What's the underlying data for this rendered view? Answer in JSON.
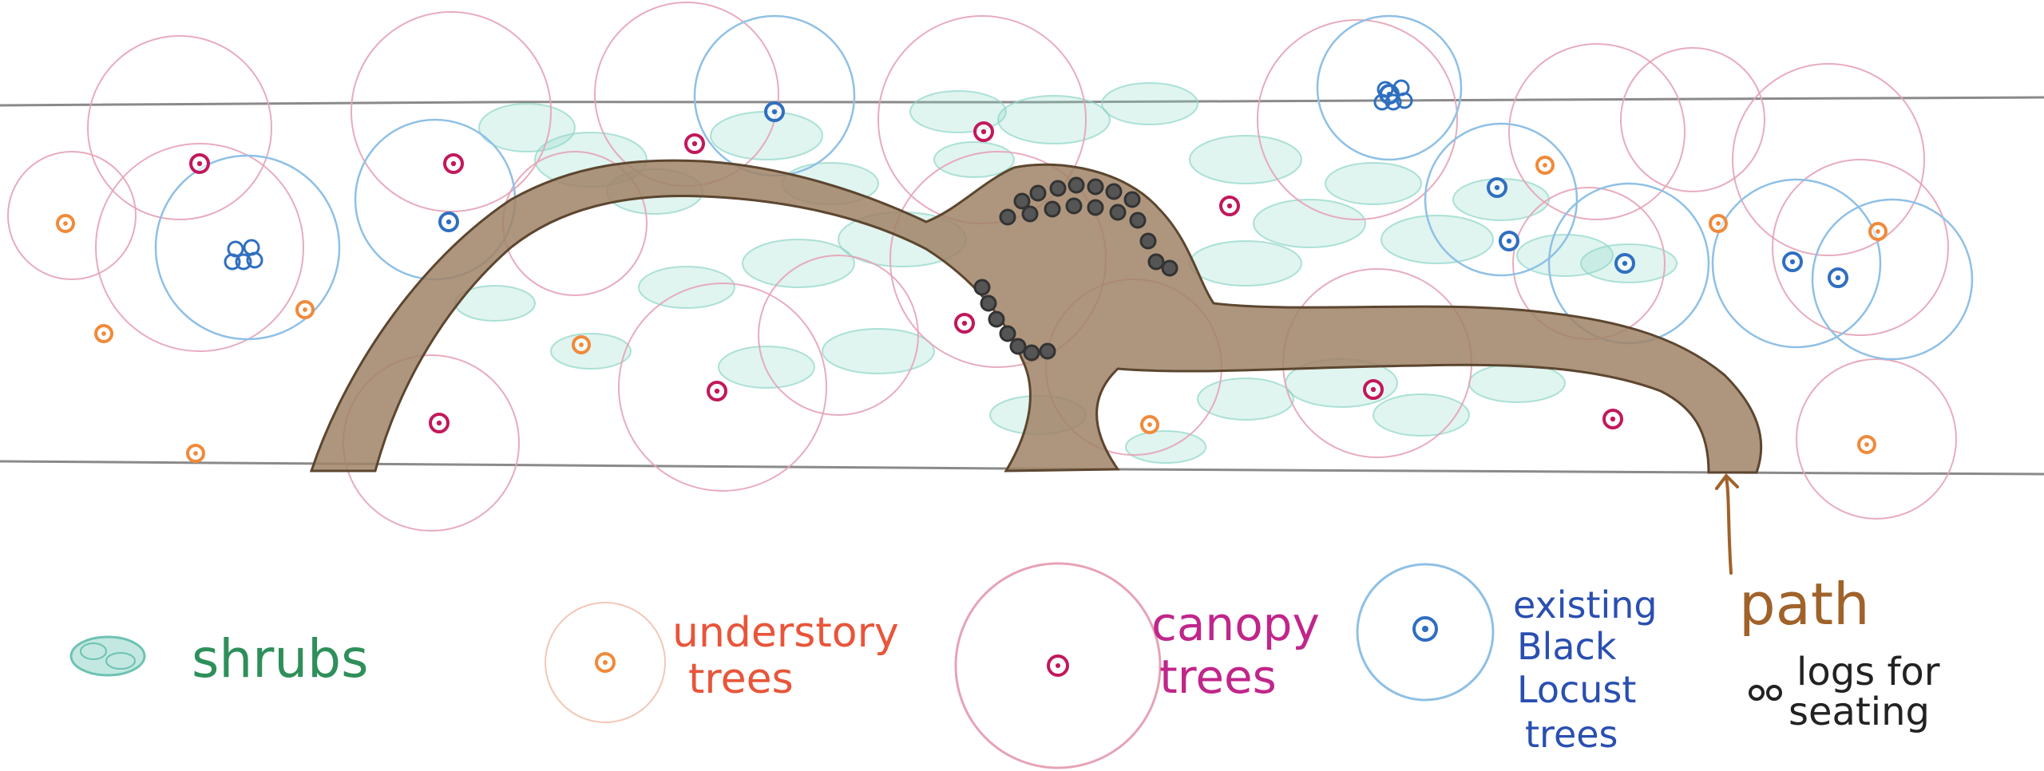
{
  "colors": {
    "paper": "#ffffff",
    "boundary": "#8a8a8a",
    "path_fill": "#a08366",
    "path_edge": "#5c4630",
    "path_label": "#a0622a",
    "shrub": "#8fd6c8",
    "shrub_label": "#2e8f5a",
    "understory": "#f08a3a",
    "understory_label": "#e8553a",
    "canopy": "#c2185b",
    "canopy_ring": "#e6a3b5",
    "canopy_label": "#c0268a",
    "locust": "#2f6fc0",
    "locust_ring": "#8fc0e6",
    "locust_label": "#2a4fb0",
    "log": "#333333",
    "log_fill": "#555555"
  },
  "legend": {
    "shrubs": "shrubs",
    "understory": {
      "line1": "understory",
      "line2": "trees"
    },
    "canopy": {
      "line1": "canopy",
      "line2": "trees"
    },
    "locust": {
      "line1": "existing",
      "line2": "Black",
      "line3": "Locust",
      "line4": "trees"
    },
    "path": "path",
    "logs": {
      "line1": "logs for",
      "line2": "seating"
    }
  },
  "icons": {
    "shrub": "shrub-icon",
    "understory": "understory-tree-icon",
    "canopy": "canopy-tree-icon",
    "locust": "black-locust-tree-icon",
    "log": "log-seat-icon",
    "arrow": "path-arrow-icon"
  }
}
